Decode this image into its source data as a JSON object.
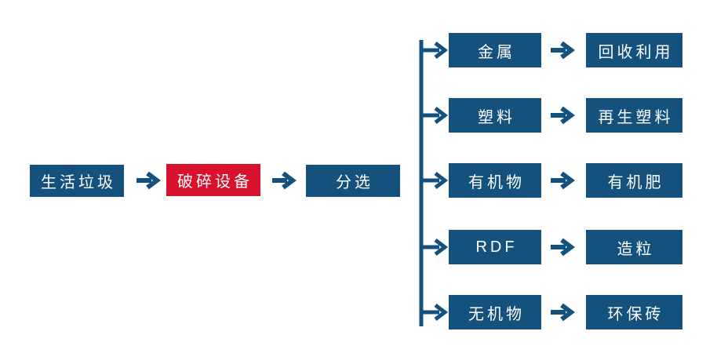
{
  "diagram": {
    "title": "household-waste-sorting-process-flowchart",
    "main_flow": [
      {
        "label": "生活垃圾",
        "style": "blue"
      },
      {
        "label": "破碎设备",
        "style": "red"
      },
      {
        "label": "分选",
        "style": "blue"
      }
    ],
    "branches": [
      {
        "category": "金属",
        "result": "回收利用"
      },
      {
        "category": "塑料",
        "result": "再生塑料"
      },
      {
        "category": "有机物",
        "result": "有机肥"
      },
      {
        "category": "RDF",
        "result": "造粒"
      },
      {
        "category": "无机物",
        "result": "环保砖"
      }
    ],
    "colors": {
      "node_blue": "#14527D",
      "node_red": "#D8112E",
      "arrow": "#14527D",
      "text": "#FFFFFF",
      "background": "#FFFFFF"
    }
  }
}
